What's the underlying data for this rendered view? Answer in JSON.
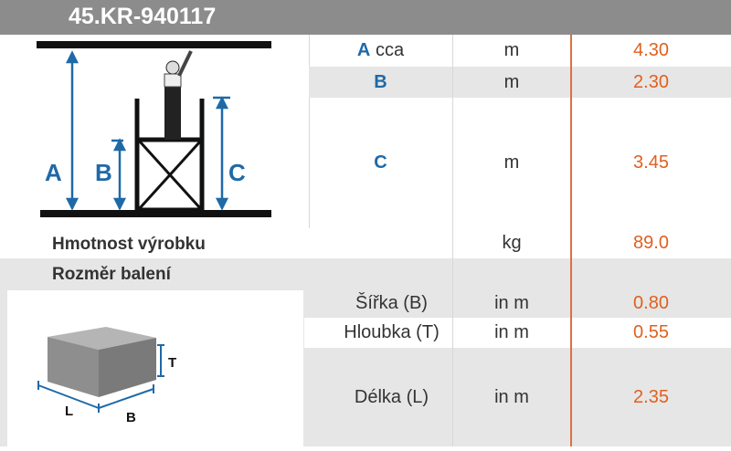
{
  "header": {
    "title": "45.KR-940117"
  },
  "diagram": {
    "labels": [
      "A",
      "B",
      "C"
    ]
  },
  "dimensions": [
    {
      "label": "A",
      "suffix": "cca",
      "unit": "m",
      "value": "4.30"
    },
    {
      "label": "B",
      "unit": "m",
      "value": "2.30"
    },
    {
      "label": "C",
      "unit": "m",
      "value": "3.45"
    }
  ],
  "weight": {
    "label": "Hmotnost výrobku",
    "unit": "kg",
    "value": "89.0"
  },
  "package": {
    "label": "Rozměr balení",
    "box_labels": [
      "T",
      "L",
      "B"
    ],
    "rows": [
      {
        "label": "Šířka (B)",
        "unit": "in m",
        "value": "0.80"
      },
      {
        "label": "Hloubka (T)",
        "unit": "in m",
        "value": "0.55"
      },
      {
        "label": "Délka (L)",
        "unit": "in m",
        "value": "2.35"
      }
    ]
  },
  "colors": {
    "accent": "#e0601e",
    "blue": "#1f69a8"
  }
}
